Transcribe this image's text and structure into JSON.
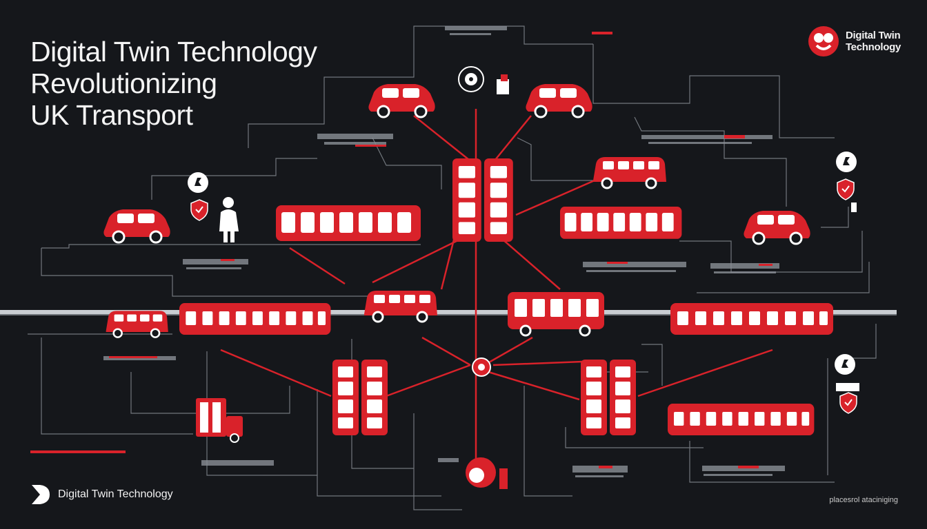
{
  "headline": {
    "line1": "Digital Twin Technology",
    "line2": "Revolutionizing",
    "line3": "UK Transport"
  },
  "brand": {
    "line1": "Digital Twin",
    "line2": "Technology",
    "icon": "red-circle-logo-icon"
  },
  "footer": {
    "label": "Digital Twin Technology",
    "icon": "d-logo-icon",
    "caption": "placesrol ataciniging"
  },
  "colors": {
    "background": "#15171b",
    "accent": "#d9222a",
    "line": "#8a8f96",
    "text": "#f4f4f4"
  },
  "icons": [
    "car-icon",
    "bus-icon",
    "train-icon",
    "double-decker-bus-icon",
    "van-icon",
    "truck-icon",
    "person-icon",
    "shield-icon",
    "location-pin-icon",
    "hub-node-icon"
  ]
}
